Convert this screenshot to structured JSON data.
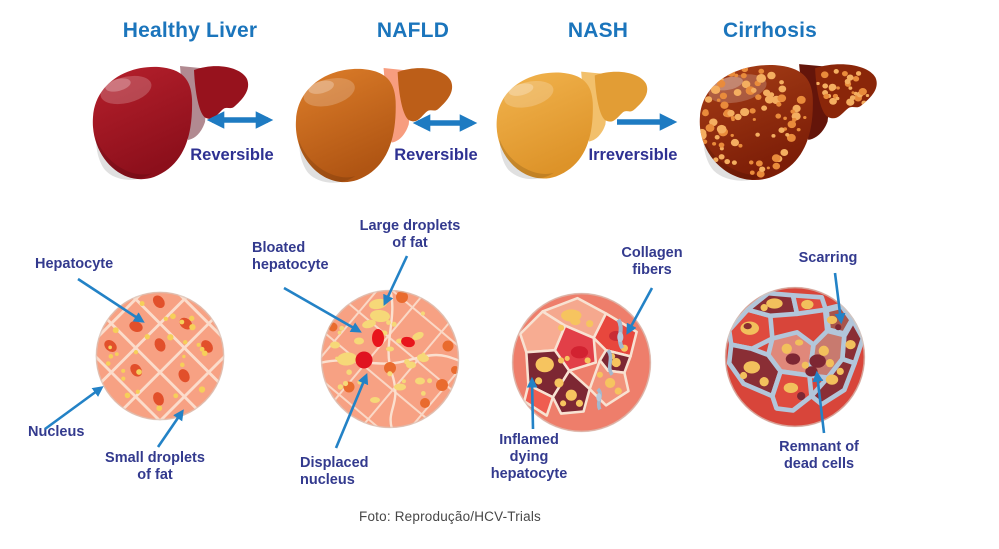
{
  "title_row": {
    "stages": [
      {
        "id": "healthy",
        "title": "Healthy Liver"
      },
      {
        "id": "nafld",
        "title": "NAFLD"
      },
      {
        "id": "nash",
        "title": "NASH"
      },
      {
        "id": "cirrhosis",
        "title": "Cirrhosis"
      }
    ],
    "transitions": [
      {
        "label": "Reversible",
        "arrow": "double"
      },
      {
        "label": "Reversible",
        "arrow": "double"
      },
      {
        "label": "Irreversible",
        "arrow": "single-right"
      }
    ]
  },
  "micro_row": {
    "annotations": [
      {
        "id": "hepatocyte",
        "text": "Hepatocyte"
      },
      {
        "id": "nucleus",
        "text": "Nucleus"
      },
      {
        "id": "small-droplets",
        "text": "Small droplets of fat"
      },
      {
        "id": "bloated-hepatocyte",
        "text": "Bloated hepatocyte"
      },
      {
        "id": "large-droplets",
        "text": "Large droplets of fat"
      },
      {
        "id": "displaced-nucleus",
        "text": "Displaced nucleus"
      },
      {
        "id": "collagen-fibers",
        "text": "Collagen fibers"
      },
      {
        "id": "inflamed",
        "text": "Inflamed dying hepatocyte"
      },
      {
        "id": "scarring",
        "text": "Scarring"
      },
      {
        "id": "remnant",
        "text": "Remnant of dead cells"
      }
    ]
  },
  "caption": "Foto: Reprodução/HCV-Trials",
  "colors": {
    "title_blue": "#1B75BC",
    "label_navy": "#333A8E",
    "transition_navy": "#2E3192",
    "arrow_blue": "#1E7BC2",
    "healthy_liver": "#A01320",
    "nafld_liver": "#C9681F",
    "nash_liver": "#ECA83E",
    "cirrhosis_liver": "#93290F",
    "tissue_salmon": "#F7A183",
    "caption_gray": "#474747"
  }
}
